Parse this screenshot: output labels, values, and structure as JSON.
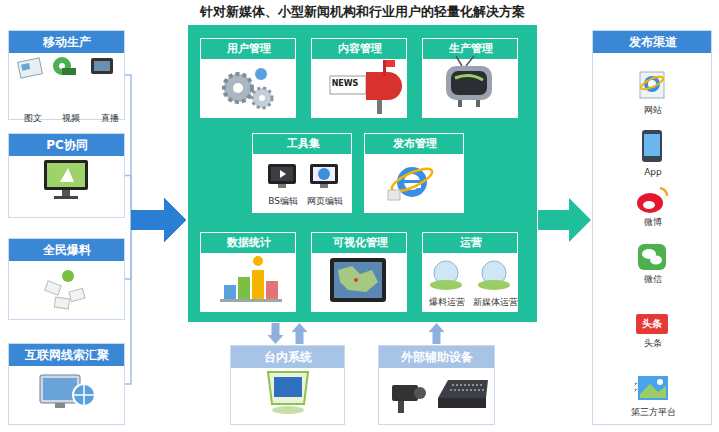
{
  "diagram": {
    "nodes": [
      {
        "text": [
          "移动生产",
          "图文",
          "视频",
          "直播"
        ]
      },
      {
        "text": [
          "PC协同"
        ]
      },
      {
        "text": [
          "全民爆料"
        ]
      },
      {
        "text": [
          "互联网线索汇聚"
        ]
      },
      {
        "text": [
          "针对新媒体、小型新闻机构和行业用户的轻量化解决方案"
        ]
      },
      {
        "text": [
          "用户管理"
        ],
        "in": 4
      },
      {
        "text": [
          "内容管理"
        ],
        "in": 4
      },
      {
        "text": [
          "生产管理"
        ],
        "in": 4
      },
      {
        "text": [
          "工具集",
          "BS编辑",
          "网页编辑"
        ],
        "in": 4
      },
      {
        "text": [
          "发布管理"
        ],
        "in": 4
      },
      {
        "text": [
          "数据统计"
        ],
        "in": 4
      },
      {
        "text": [
          "可视化管理"
        ],
        "in": 4
      },
      {
        "text": [
          "运营",
          "爆料运营",
          "新媒体运营"
        ],
        "in": 4
      },
      {
        "text": [
          "台内系统"
        ]
      },
      {
        "text": [
          "外部辅助设备"
        ]
      },
      {
        "text": [
          "发布渠道",
          "网站",
          "App",
          "微博",
          "微信",
          "头条",
          "第三方平台"
        ]
      }
    ],
    "edges": [
      {
        "from": 0,
        "to": 4,
        "arrow": "to"
      },
      {
        "from": 1,
        "to": 4,
        "arrow": "to"
      },
      {
        "from": 2,
        "to": 4,
        "arrow": "to"
      },
      {
        "from": 3,
        "to": 4,
        "arrow": "to"
      },
      {
        "from": 4,
        "to": 15,
        "arrow": "to"
      },
      {
        "from": 13,
        "to": 4,
        "arrow": "both"
      },
      {
        "from": 14,
        "to": 4,
        "arrow": "to"
      }
    ],
    "labels": [
      "NEWS",
      "头条"
    ]
  }
}
